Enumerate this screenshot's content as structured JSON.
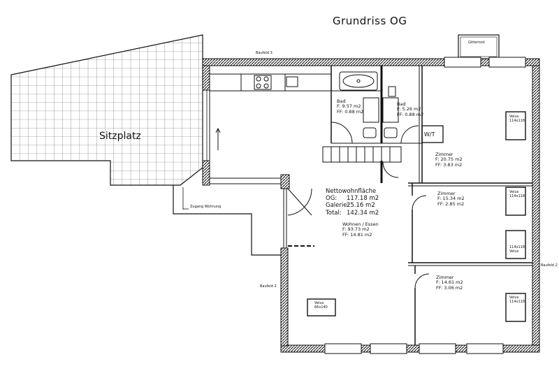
{
  "title": "Grundriss  OG",
  "terrace_label": "Sitzplatz",
  "top_label": "Baufeld 3",
  "right_label": "Baufeld 2",
  "left_label": "Baufeld 2",
  "balcony_label": "Gitterrost",
  "entry_label": "Zugang Wohnung",
  "bad1": {
    "name": "Bad",
    "f": "F: 9.57 m2",
    "ff": "FF: 0.88 m2"
  },
  "bad2": {
    "name": "Bad",
    "f": "F: 5.26 m2",
    "ff": "FF: 0.88 m2"
  },
  "wt_label": "W/T",
  "zimmer1": {
    "name": "Zimmer",
    "f": "F: 20.75 m2",
    "ff": "FF: 3.83 m2"
  },
  "zimmer2": {
    "name": "Zimmer",
    "f": "F: 15.34 m2",
    "ff": "FF: 2.85 m2"
  },
  "zimmer3": {
    "name": "Zimmer",
    "f": "F: 14.61 m2",
    "ff": "FF: 3.06 m2"
  },
  "wohnen": {
    "name": "Wohnen  /  Essen",
    "f": "F: 93.73 m2",
    "ff": "FF: 14.81 m2"
  },
  "net": {
    "heading": "Nettowohnfläche",
    "rows": [
      {
        "label": "OG:",
        "value": "117.18  m2"
      },
      {
        "label": "Galerie:",
        "value": "25.16  m2"
      },
      {
        "label": "Total:",
        "value": "142.34  m2"
      }
    ]
  },
  "windows": {
    "w1": {
      "a": "Velux",
      "b": "114x118"
    },
    "w2": {
      "a": "Velux",
      "b": "114x118"
    },
    "w3": {
      "a": "114x118",
      "b": "Velux"
    },
    "w4": {
      "a": "Velux",
      "b": "114x118"
    },
    "w5": {
      "a": "Velux",
      "b": "66x140"
    }
  }
}
